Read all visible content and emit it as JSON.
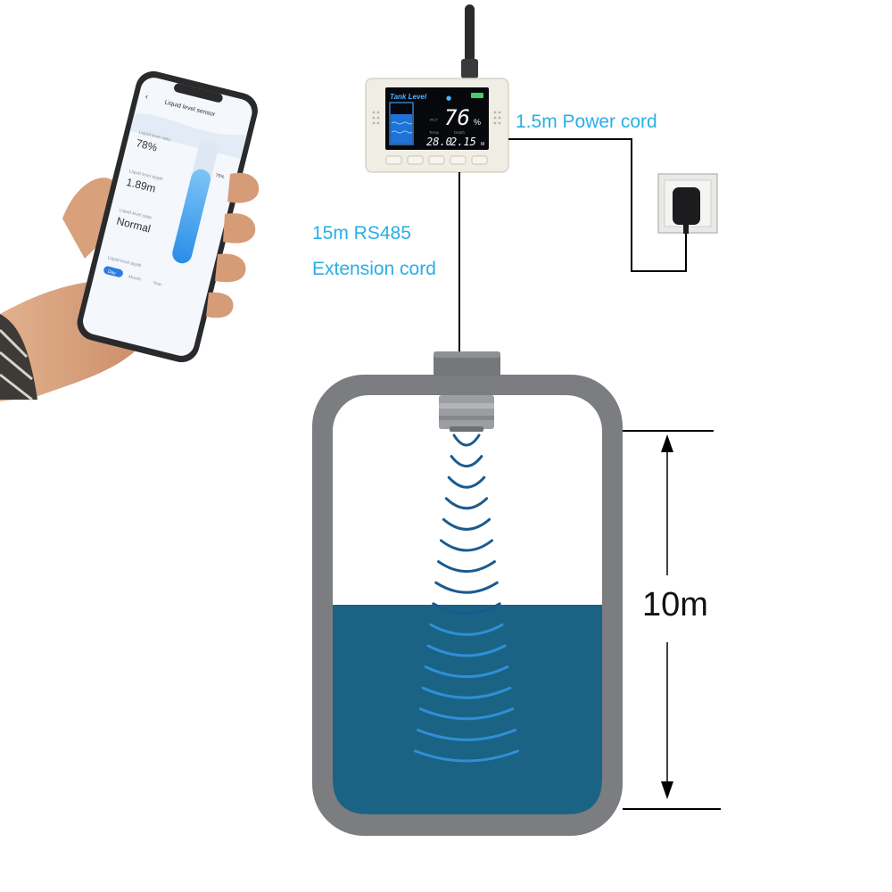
{
  "labels": {
    "power_cord": "1.5m Power cord",
    "rs485_line1": "15m RS485",
    "rs485_line2": "Extension cord",
    "tank_height": "10m"
  },
  "display": {
    "title": "Tank Level",
    "percent": "76",
    "percent_unit": "%",
    "pct_label": "PCT",
    "temp_label": "Temp",
    "depth_label": "Depth",
    "temp_value": "28.0",
    "depth_value": "2.15",
    "depth_unit": "M"
  },
  "phone": {
    "screen_title": "Liquid level sensor",
    "percent_label": "Liquid level ratio",
    "percent_value": "78%",
    "depth_label": "Liquid level depth",
    "depth_value": "1.89m",
    "state_label": "Liquid level state",
    "state_value": "Normal",
    "bar_label": "75%",
    "history_label": "Liquid level depth",
    "tabs": [
      "Day",
      "Month",
      "Year"
    ]
  },
  "tank": {
    "fill_fraction": 0.5
  },
  "colors": {
    "label_blue": "#29aee6",
    "water": "#1b6384",
    "tank_wall": "#7b7d80",
    "wave_dark": "#1a5b8f",
    "wave_light": "#2f8fd8"
  }
}
